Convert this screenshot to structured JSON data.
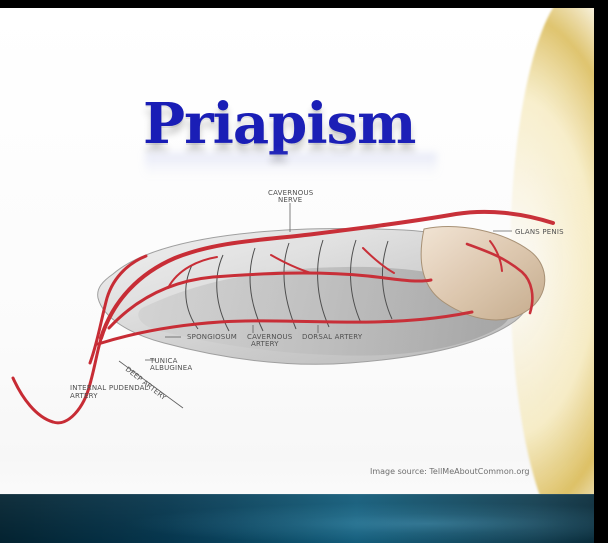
{
  "slide": {
    "title": "Priapism",
    "image_credit": "Image source: TellMeAboutCommon.org"
  },
  "diagram": {
    "labels": {
      "top_left_1": "CAVERNOUS",
      "top_left_2": "NERVE",
      "tip_label": "GLANS PENIS",
      "center_1": "CAVERNOUS",
      "center_2": "ARTERY",
      "center_right": "DORSAL ARTERY",
      "left_1": "TUNICA",
      "left_2": "ALBUGINEA",
      "left_mid": "SPONGIOSUM",
      "bottom_left_1": "INTERNAL PUDENDAL",
      "bottom_left_2": "ARTERY",
      "slant": "DEEP ARTERY"
    }
  },
  "colors": {
    "title": "#171bb5",
    "artery_red": "#c72b34",
    "footer_dark": "#003149",
    "footer_light": "#0a5675"
  }
}
